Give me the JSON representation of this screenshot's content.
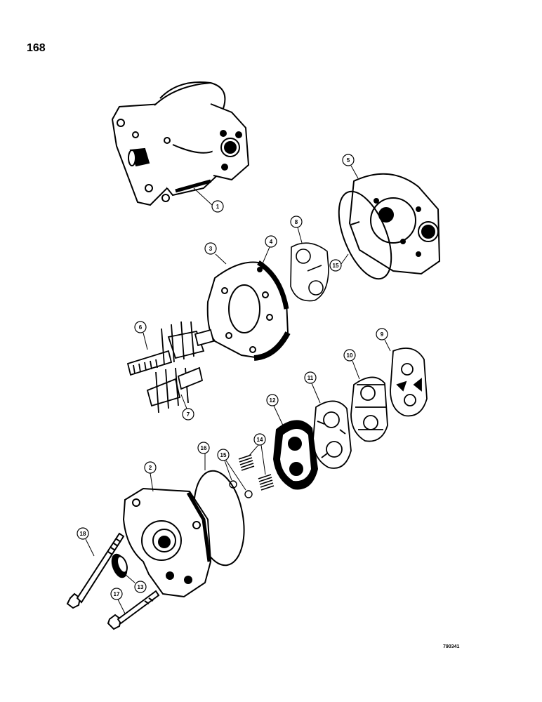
{
  "page": {
    "number": "168",
    "figure_code": "790341"
  },
  "callouts": [
    {
      "id": "1",
      "label": "1"
    },
    {
      "id": "2",
      "label": "2"
    },
    {
      "id": "3",
      "label": "3"
    },
    {
      "id": "4",
      "label": "4"
    },
    {
      "id": "5",
      "label": "5"
    },
    {
      "id": "6",
      "label": "6"
    },
    {
      "id": "7",
      "label": "7"
    },
    {
      "id": "8",
      "label": "8"
    },
    {
      "id": "9",
      "label": "9"
    },
    {
      "id": "10",
      "label": "10"
    },
    {
      "id": "11",
      "label": "11"
    },
    {
      "id": "12",
      "label": "12"
    },
    {
      "id": "13",
      "label": "13"
    },
    {
      "id": "14",
      "label": "14"
    },
    {
      "id": "15a",
      "label": "15"
    },
    {
      "id": "15b",
      "label": "15"
    },
    {
      "id": "16",
      "label": "16"
    },
    {
      "id": "17",
      "label": "17"
    },
    {
      "id": "18",
      "label": "18"
    }
  ]
}
